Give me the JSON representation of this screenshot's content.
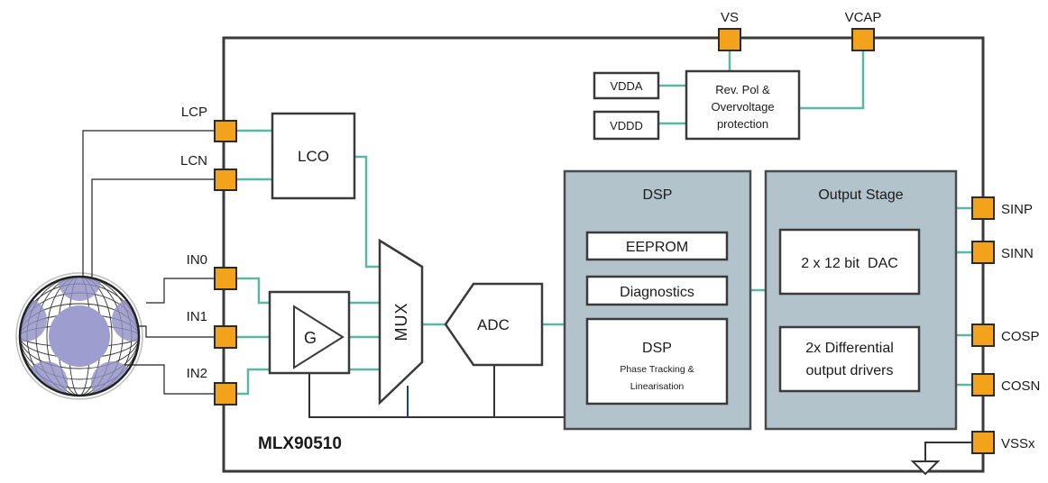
{
  "chip": {
    "name": "MLX90510"
  },
  "pins": {
    "vs": "VS",
    "vcap": "VCAP",
    "lcp": "LCP",
    "lcn": "LCN",
    "in0": "IN0",
    "in1": "IN1",
    "in2": "IN2",
    "sinp": "SINP",
    "sinn": "SINN",
    "cosp": "COSP",
    "cosn": "COSN",
    "vssx": "VSSx"
  },
  "blocks": {
    "vdda": "VDDA",
    "vddd": "VDDD",
    "protection": [
      "Rev. Pol &",
      "Overvoltage",
      "protection"
    ],
    "lco": "LCO",
    "gain": "G",
    "mux": "MUX",
    "adc": "ADC",
    "dsp": {
      "title": "DSP",
      "eeprom": "EEPROM",
      "diagnostics": "Diagnostics",
      "core_title": "DSP",
      "core_sub": [
        "Phase Tracking &",
        "Linearisation"
      ]
    },
    "output": {
      "title": "Output Stage",
      "dac": "2 x 12 bit  DAC",
      "drivers": [
        "2x Differential",
        "output drivers"
      ]
    }
  },
  "colors": {
    "pin": "#f2a21b",
    "wire": "#5bb7a5",
    "block_fill": "#b3c3cc",
    "outline": "#3a3a3a",
    "sensor_lobe": "#8f8fc4"
  }
}
